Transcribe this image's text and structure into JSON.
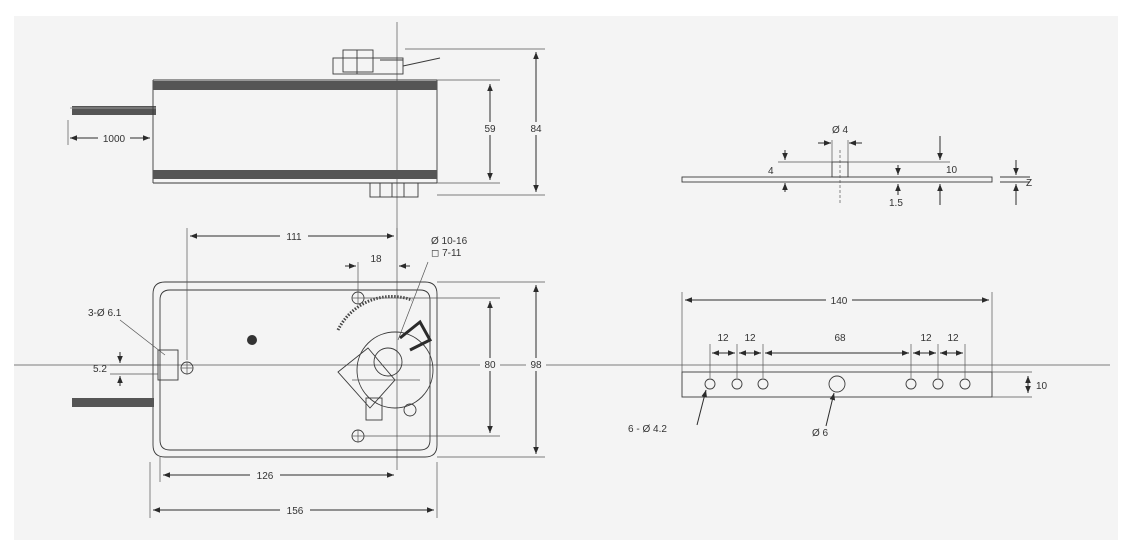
{
  "drawing": {
    "colors": {
      "ink": "#2b2b2b",
      "paper": "#f4f4f4",
      "band": "#555555"
    },
    "top_view": {
      "cable_length": "1000",
      "inner_height": "59",
      "outer_height": "84"
    },
    "plan_view": {
      "width_111": "111",
      "width_18": "18",
      "shaft_round": "Ø 10-16",
      "shaft_square": "◻ 7-11",
      "holes": "3-Ø 6.1",
      "offset": "5.2",
      "height_80": "80",
      "height_98": "98",
      "width_126": "126",
      "width_156": "156"
    },
    "bracket_side": {
      "pin_dia": "Ø 4",
      "height_4": "4",
      "height_10": "10",
      "thickness": "1.5",
      "z_label": "Z"
    },
    "bracket_plan": {
      "length": "140",
      "pitch_1": "12",
      "pitch_2": "12",
      "center": "68",
      "pitch_3": "12",
      "pitch_4": "12",
      "holes": "6 - Ø 4.2",
      "center_hole": "Ø 6",
      "width": "10"
    }
  }
}
